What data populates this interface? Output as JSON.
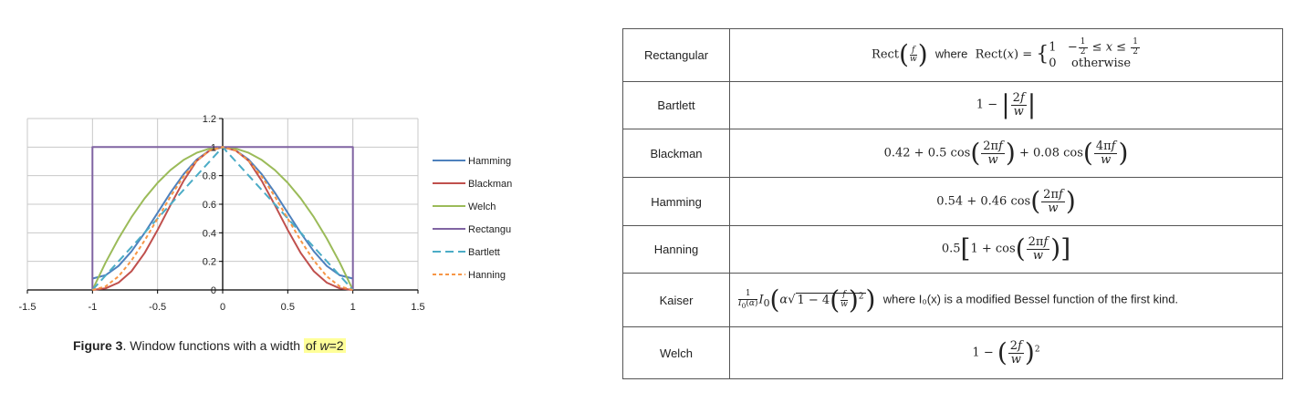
{
  "chart_data": {
    "type": "line",
    "x_ticks": [
      "-1.5",
      "-1",
      "-0.5",
      "0",
      "0.5",
      "1",
      "1.5"
    ],
    "y_ticks": [
      "0",
      "0.2",
      "0.4",
      "0.6",
      "0.8",
      "1",
      "1.2"
    ],
    "xlim": [
      -1.5,
      1.5
    ],
    "ylim": [
      0,
      1.2
    ],
    "grid": true,
    "legend_position": "right",
    "series": [
      {
        "name": "Hamming",
        "color": "#4e81bd",
        "dash": "solid",
        "x": [
          -1,
          -0.9,
          -0.8,
          -0.7,
          -0.6,
          -0.5,
          -0.4,
          -0.3,
          -0.2,
          -0.1,
          0,
          0.1,
          0.2,
          0.3,
          0.4,
          0.5,
          0.6,
          0.7,
          0.8,
          0.9,
          1
        ],
        "y": [
          0.08,
          0.103,
          0.168,
          0.27,
          0.398,
          0.54,
          0.682,
          0.81,
          0.912,
          0.977,
          1,
          0.977,
          0.912,
          0.81,
          0.682,
          0.54,
          0.398,
          0.27,
          0.168,
          0.103,
          0.08
        ]
      },
      {
        "name": "Blackman",
        "color": "#c0504d",
        "dash": "solid",
        "x": [
          -1,
          -0.9,
          -0.8,
          -0.7,
          -0.6,
          -0.5,
          -0.4,
          -0.3,
          -0.2,
          -0.1,
          0,
          0.1,
          0.2,
          0.3,
          0.4,
          0.5,
          0.6,
          0.7,
          0.8,
          0.9,
          1
        ],
        "y": [
          0,
          0.011,
          0.051,
          0.131,
          0.258,
          0.42,
          0.595,
          0.764,
          0.903,
          0.976,
          1,
          0.976,
          0.903,
          0.764,
          0.595,
          0.42,
          0.258,
          0.131,
          0.051,
          0.011,
          0
        ]
      },
      {
        "name": "Welch",
        "color": "#9bbb59",
        "dash": "solid",
        "x": [
          -1,
          -0.9,
          -0.8,
          -0.7,
          -0.6,
          -0.5,
          -0.4,
          -0.3,
          -0.2,
          -0.1,
          0,
          0.1,
          0.2,
          0.3,
          0.4,
          0.5,
          0.6,
          0.7,
          0.8,
          0.9,
          1
        ],
        "y": [
          0,
          0.19,
          0.36,
          0.51,
          0.64,
          0.75,
          0.84,
          0.91,
          0.96,
          0.99,
          1,
          0.99,
          0.96,
          0.91,
          0.84,
          0.75,
          0.64,
          0.51,
          0.36,
          0.19,
          0
        ]
      },
      {
        "name": "Rectangu",
        "color": "#8064a2",
        "dash": "solid",
        "x": [
          -1,
          -1,
          1,
          1
        ],
        "y": [
          0,
          1,
          1,
          0
        ]
      },
      {
        "name": "Bartlett",
        "color": "#4bacc6",
        "dash": "dashed",
        "x": [
          -1,
          0,
          1
        ],
        "y": [
          0,
          1,
          0
        ]
      },
      {
        "name": "Hanning",
        "color": "#f79646",
        "dash": "dashed",
        "x": [
          -1,
          -0.9,
          -0.8,
          -0.7,
          -0.6,
          -0.5,
          -0.4,
          -0.3,
          -0.2,
          -0.1,
          0,
          0.1,
          0.2,
          0.3,
          0.4,
          0.5,
          0.6,
          0.7,
          0.8,
          0.9,
          1
        ],
        "y": [
          0,
          0.024,
          0.095,
          0.206,
          0.345,
          0.5,
          0.655,
          0.794,
          0.905,
          0.976,
          1,
          0.976,
          0.905,
          0.794,
          0.655,
          0.5,
          0.345,
          0.206,
          0.095,
          0.024,
          0
        ]
      }
    ]
  },
  "caption": {
    "label": "Figure 3",
    "text": ". Window functions with a width ",
    "highlight_pre": "of ",
    "var": "w",
    "highlight_post": "=2"
  },
  "table": {
    "rows": [
      {
        "name": "Rectangular",
        "where": "where",
        "rect": "Rect",
        "otherwise": "otherwise"
      },
      {
        "name": "Bartlett"
      },
      {
        "name": "Blackman",
        "c0": "0.42",
        "c1": "0.5",
        "c2": "0.08"
      },
      {
        "name": "Hamming",
        "c0": "0.54",
        "c1": "0.46"
      },
      {
        "name": "Hanning",
        "c0": "0.5"
      },
      {
        "name": "Kaiser",
        "desc": "where I₀(x) is a modified Bessel function of the first kind."
      },
      {
        "name": "Welch"
      }
    ]
  }
}
